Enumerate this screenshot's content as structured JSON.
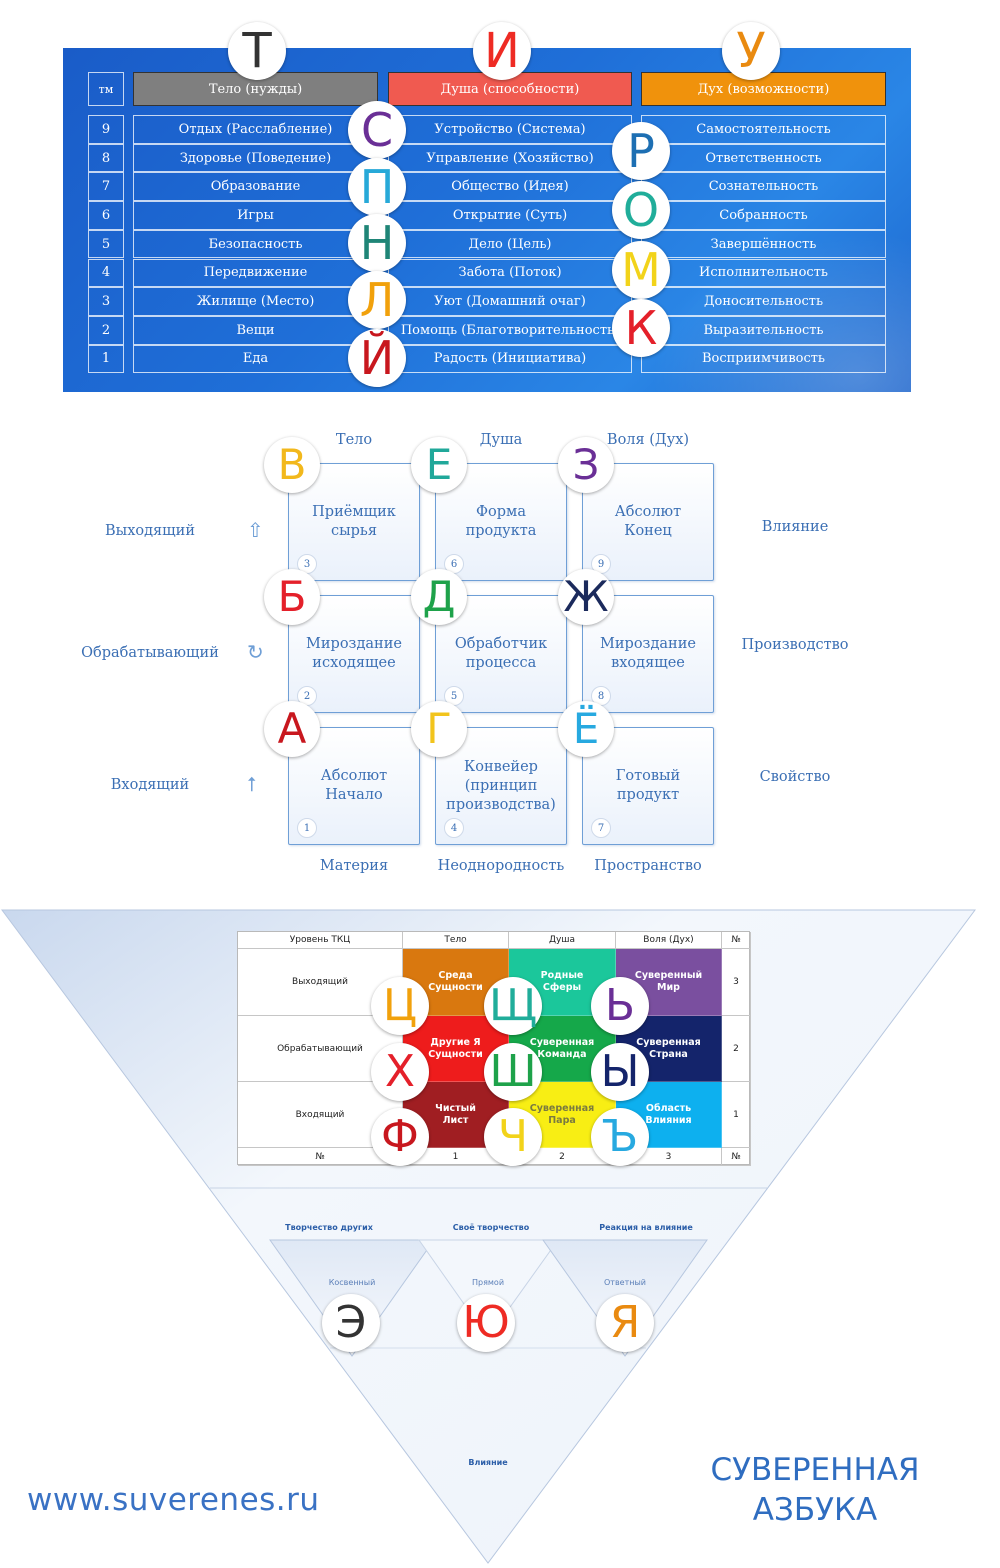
{
  "table1": {
    "corner": "тм",
    "headers": [
      {
        "label": "Тело (нужды)",
        "color": "#7f7f7f"
      },
      {
        "label": "Душа (способности)",
        "color": "#f05a50"
      },
      {
        "label": "Дух (возможности)",
        "color": "#f0920c"
      }
    ],
    "rows": [
      {
        "n": "9",
        "body": "Отдых (Расслабление)",
        "soul": "Устройство (Система)",
        "spirit": "Самостоятельность"
      },
      {
        "n": "8",
        "body": "Здоровье (Поведение)",
        "soul": "Управление (Хозяйство)",
        "spirit": "Ответственность"
      },
      {
        "n": "7",
        "body": "Образование",
        "soul": "Общество (Идея)",
        "spirit": "Сознательность"
      },
      {
        "n": "6",
        "body": "Игры",
        "soul": "Открытие (Суть)",
        "spirit": "Собранность"
      },
      {
        "n": "5",
        "body": "Безопасность",
        "soul": "Дело (Цель)",
        "spirit": "Завершённость"
      },
      {
        "n": "4",
        "body": "Передвижение",
        "soul": "Забота (Поток)",
        "spirit": "Исполнительность"
      },
      {
        "n": "3",
        "body": "Жилище (Место)",
        "soul": "Уют (Домашний очаг)",
        "spirit": "Доносительность"
      },
      {
        "n": "2",
        "body": "Вещи",
        "soul": "Помощь (Благотворительность)",
        "spirit": "Выразительность"
      },
      {
        "n": "1",
        "body": "Еда",
        "soul": "Радость (Инициатива)",
        "spirit": "Восприимчивость"
      }
    ],
    "top_letters": [
      {
        "char": "Т",
        "color": "#333333"
      },
      {
        "char": "И",
        "color": "#ee2b24"
      },
      {
        "char": "У",
        "color": "#e98a10"
      }
    ],
    "left_letters": [
      {
        "char": "С",
        "color": "#6a2f96"
      },
      {
        "char": "П",
        "color": "#27a9d8"
      },
      {
        "char": "Н",
        "color": "#1f8577"
      },
      {
        "char": "Л",
        "color": "#f1a10c"
      },
      {
        "char": "Й",
        "color": "#c8171e"
      }
    ],
    "right_letters": [
      {
        "char": "Р",
        "color": "#1d6fb3"
      },
      {
        "char": "О",
        "color": "#20ad9a"
      },
      {
        "char": "М",
        "color": "#f2d31a"
      },
      {
        "char": "К",
        "color": "#e4202a"
      }
    ]
  },
  "grid": {
    "col_headers": [
      "Тело",
      "Душа",
      "Воля (Дух)"
    ],
    "col_footers": [
      "Материя",
      "Неоднородность",
      "Пространство"
    ],
    "row_left": [
      "Выходящий",
      "Обрабатывающий",
      "Входящий"
    ],
    "row_right": [
      "Влияние",
      "Производство",
      "Свойство"
    ],
    "row_arrows": [
      "⇧",
      "↻",
      "⭡"
    ],
    "cells": [
      [
        {
          "lines": [
            "Приёмщик",
            "сырья"
          ],
          "num": "3",
          "letter": "В",
          "color": "#f2b81c"
        },
        {
          "lines": [
            "Форма",
            "продукта"
          ],
          "num": "6",
          "letter": "Е",
          "color": "#20a89a"
        },
        {
          "lines": [
            "Абсолют",
            "Конец"
          ],
          "num": "9",
          "letter": "З",
          "color": "#6a2f96"
        }
      ],
      [
        {
          "lines": [
            "Мироздание",
            "исходящее"
          ],
          "num": "2",
          "letter": "Б",
          "color": "#e4202a"
        },
        {
          "lines": [
            "Обработчик",
            "процесса"
          ],
          "num": "5",
          "letter": "Д",
          "color": "#1ea24a"
        },
        {
          "lines": [
            "Мироздание",
            "входящее"
          ],
          "num": "8",
          "letter": "Ж",
          "color": "#1b2a5c"
        }
      ],
      [
        {
          "lines": [
            "Абсолют",
            "Начало"
          ],
          "num": "1",
          "letter": "А",
          "color": "#c8171e"
        },
        {
          "lines": [
            "Конвейер",
            "(принцип",
            "производства)"
          ],
          "num": "4",
          "letter": "Г",
          "color": "#f2c41c"
        },
        {
          "lines": [
            "Готовый",
            "продукт"
          ],
          "num": "7",
          "letter": "Ё",
          "color": "#27a9e0"
        }
      ]
    ]
  },
  "ctable": {
    "header": [
      "Уровень ТКЦ",
      "Тело",
      "Душа",
      "Воля (Дух)",
      "№"
    ],
    "footer": [
      "№",
      "1",
      "2",
      "3",
      "№"
    ],
    "rows": [
      {
        "label": "Выходящий",
        "num": "3",
        "cells": [
          {
            "text": [
              "Среда",
              "Сущности"
            ],
            "bg": "#d9780f"
          },
          {
            "text": [
              "Родные",
              "Сферы"
            ],
            "bg": "#1bc79b"
          },
          {
            "text": [
              "Суверенный",
              "Мир"
            ],
            "bg": "#7a4f9f"
          }
        ]
      },
      {
        "label": "Обрабатывающий",
        "num": "2",
        "cells": [
          {
            "text": [
              "Другие Я",
              "Сущности"
            ],
            "bg": "#ee1c1c"
          },
          {
            "text": [
              "Суверенная",
              "Команда"
            ],
            "bg": "#15a84a"
          },
          {
            "text": [
              "Суверенная",
              "Страна"
            ],
            "bg": "#14246b"
          }
        ]
      },
      {
        "label": "Входящий",
        "num": "1",
        "cells": [
          {
            "text": [
              "Чистый",
              "Лист"
            ],
            "bg": "#a01e22"
          },
          {
            "text": [
              "Суверенная",
              "Пара"
            ],
            "bg": "#f8ee14"
          },
          {
            "text": [
              "Область",
              "Влияния"
            ],
            "bg": "#0db0ef"
          }
        ]
      }
    ],
    "letters": [
      [
        {
          "char": "Ц",
          "color": "#f1a10c"
        },
        {
          "char": "Щ",
          "color": "#20ad9a"
        },
        {
          "char": "Ь",
          "color": "#6a2f96"
        }
      ],
      [
        {
          "char": "Х",
          "color": "#e4202a"
        },
        {
          "char": "Ш",
          "color": "#1ea24a"
        },
        {
          "char": "Ы",
          "color": "#14246b"
        }
      ],
      [
        {
          "char": "Ф",
          "color": "#c8171e"
        },
        {
          "char": "Ч",
          "color": "#f2d31a"
        },
        {
          "char": "Ъ",
          "color": "#27a9e0"
        }
      ]
    ]
  },
  "lower": {
    "band_labels": [
      "Творчество других",
      "Своё творчество",
      "Реакция на влияние"
    ],
    "small_labels": [
      "Косвенный",
      "Прямой",
      "Ответный"
    ],
    "letters": [
      {
        "char": "Э",
        "color": "#333333"
      },
      {
        "char": "Ю",
        "color": "#ee2b24"
      },
      {
        "char": "Я",
        "color": "#e98a10"
      }
    ],
    "bottom_label": "Влияние"
  },
  "site": "www.suverenes.ru",
  "brand": [
    "СУВЕРЕННАЯ",
    "АЗБУКА"
  ]
}
